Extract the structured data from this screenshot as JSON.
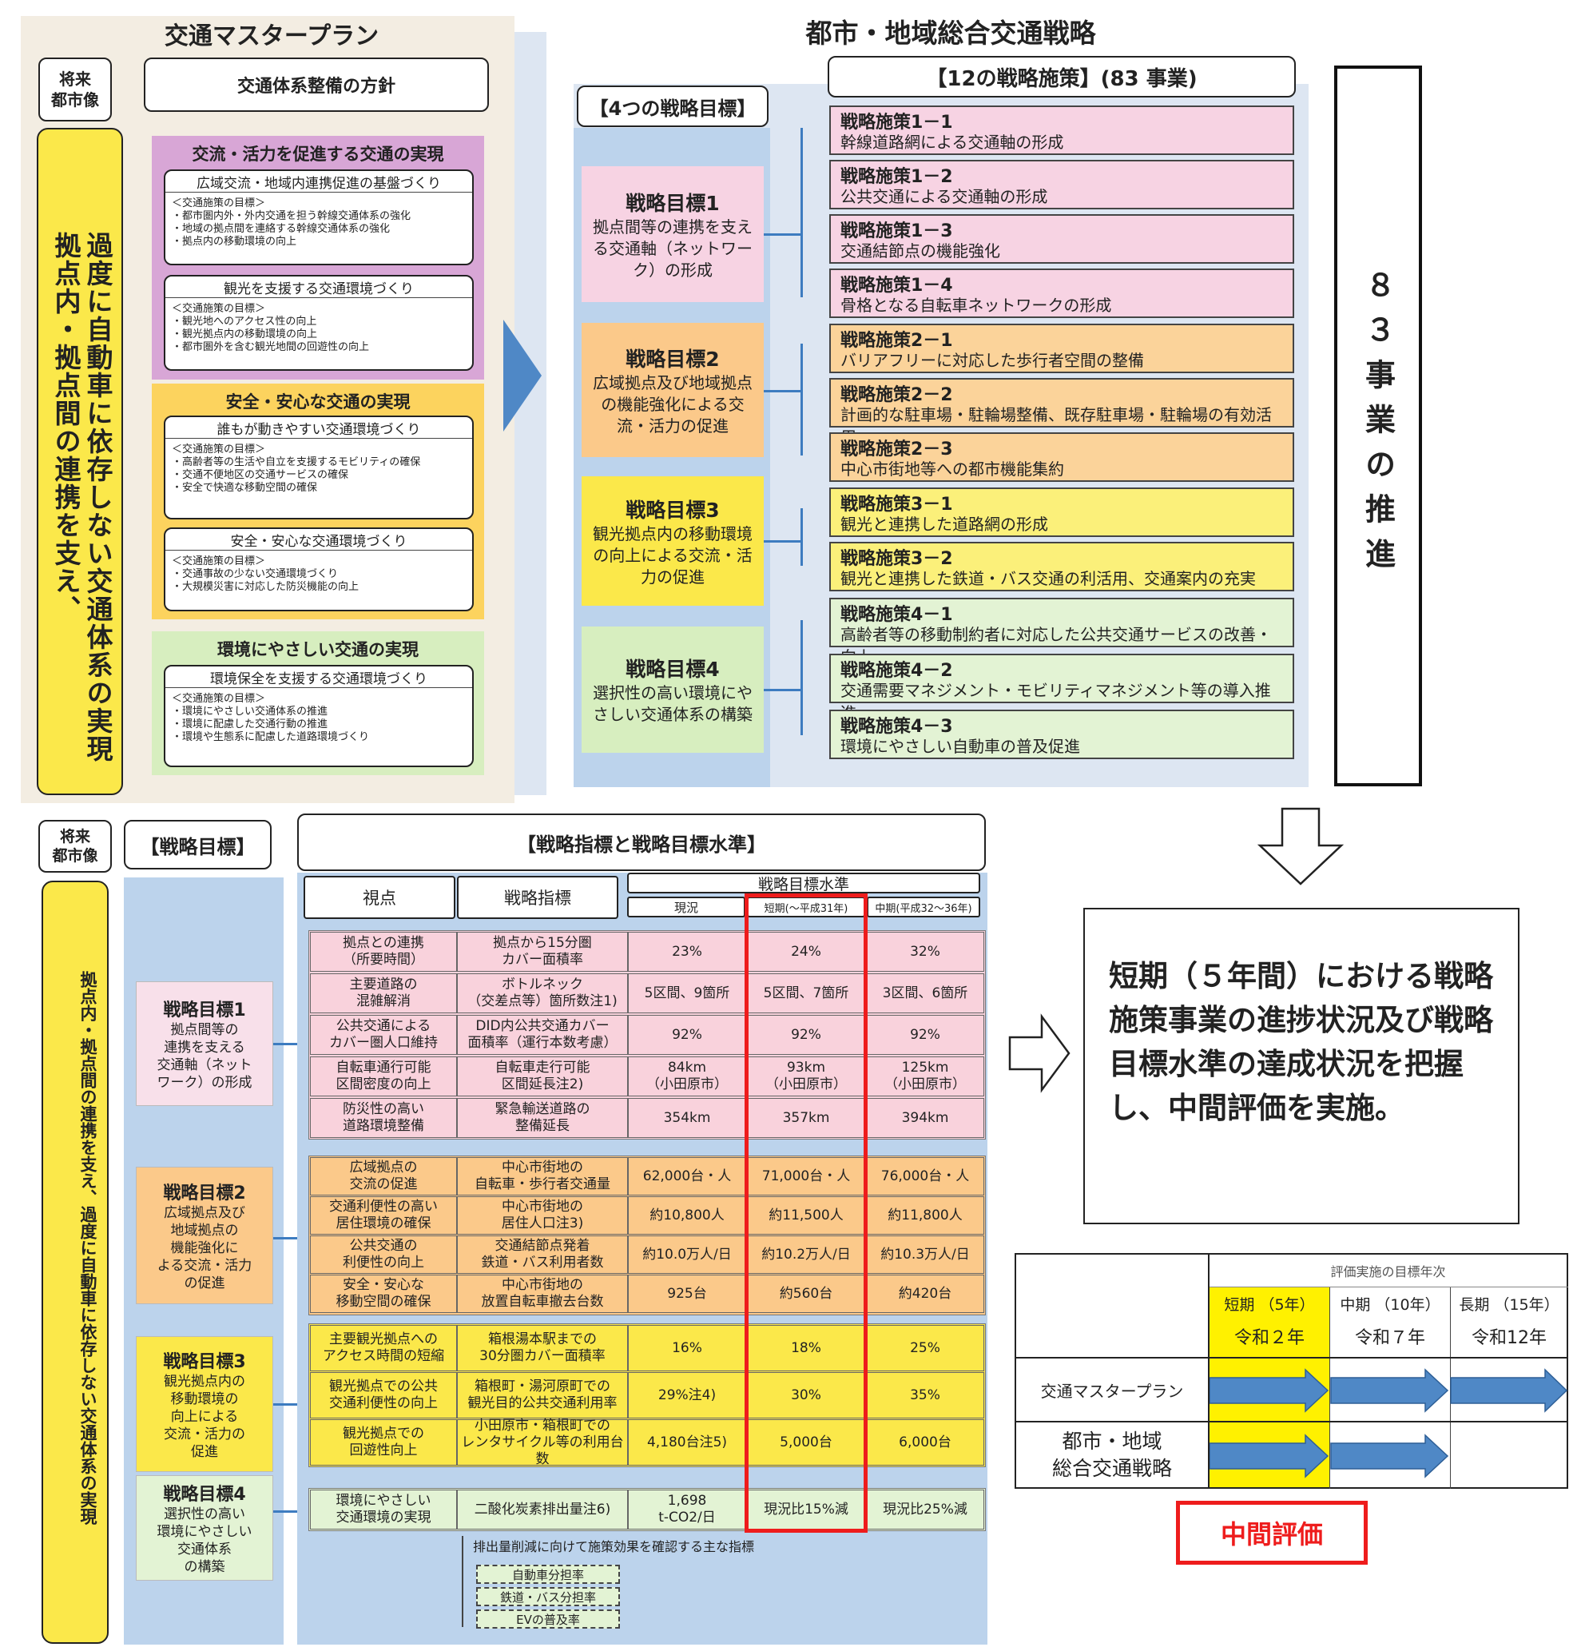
{
  "left_panel": {
    "title": "交通マスタープラン",
    "future_label": "将来\n都市像",
    "policy_label": "交通体系整備の方針",
    "vision": "過度に自動車に依存しない交通体系の実現\n拠点内・拠点間の連携を支え、",
    "groups": [
      {
        "title": "交流・活力を促進する交通の実現",
        "subs": [
          {
            "title": "広域交流・地域内連携促進の基盤づくり",
            "detail": "＜交通施策の目標＞\n・都市圏内外・外内交通を担う幹線交通体系の強化\n・地域の拠点間を連絡する幹線交通体系の強化\n・拠点内の移動環境の向上"
          },
          {
            "title": "観光を支援する交通環境づくり",
            "detail": "＜交通施策の目標＞\n・観光地へのアクセス性の向上\n・観光拠点内の移動環境の向上\n・都市圏外を含む観光地間の回遊性の向上"
          }
        ]
      },
      {
        "title": "安全・安心な交通の実現",
        "subs": [
          {
            "title": "誰もが動きやすい交通環境づくり",
            "detail": "＜交通施策の目標＞\n・高齢者等の生活や自立を支援するモビリティの確保\n・交通不便地区の交通サービスの確保\n・安全で快適な移動空間の確保"
          },
          {
            "title": "安全・安心な交通環境づくり",
            "detail": "＜交通施策の目標＞\n・交通事故の少ない交通環境づくり\n・大規模災害に対応した防災機能の向上"
          }
        ]
      },
      {
        "title": "環境にやさしい交通の実現",
        "subs": [
          {
            "title": "環境保全を支援する交通環境づくり",
            "detail": "＜交通施策の目標＞\n・環境にやさしい交通体系の推進\n・環境に配慮した交通行動の推進\n・環境や生態系に配慮した道路環境づくり"
          }
        ]
      }
    ]
  },
  "right_panel": {
    "title": "都市・地域総合交通戦略",
    "goals_header": "【4つの戦略目標】",
    "measures_header": "【12の戦略施策】(83 事業)",
    "goals": [
      {
        "title": "戦略目標1",
        "text": "拠点間等の連携を支える交通軸（ネットワーク）の形成"
      },
      {
        "title": "戦略目標2",
        "text": "広域拠点及び地域拠点の機能強化による交流・活力の促進"
      },
      {
        "title": "戦略目標3",
        "text": "観光拠点内の移動環境の向上による交流・活力の促進"
      },
      {
        "title": "戦略目標4",
        "text": "選択性の高い環境にやさしい交通体系の構築"
      }
    ],
    "measures": [
      {
        "title": "戦略施策1－1",
        "text": "幹線道路網による交通軸の形成"
      },
      {
        "title": "戦略施策1－2",
        "text": "公共交通による交通軸の形成"
      },
      {
        "title": "戦略施策1－3",
        "text": "交通結節点の機能強化"
      },
      {
        "title": "戦略施策1－4",
        "text": "骨格となる自転車ネットワークの形成"
      },
      {
        "title": "戦略施策2－1",
        "text": "バリアフリーに対応した歩行者空間の整備"
      },
      {
        "title": "戦略施策2－2",
        "text": "計画的な駐車場・駐輪場整備、既存駐車場・駐輪場の有効活用"
      },
      {
        "title": "戦略施策2－3",
        "text": "中心市街地等への都市機能集約"
      },
      {
        "title": "戦略施策3－1",
        "text": "観光と連携した道路網の形成"
      },
      {
        "title": "戦略施策3－2",
        "text": "観光と連携した鉄道・バス交通の利活用、交通案内の充実"
      },
      {
        "title": "戦略施策4－1",
        "text": "高齢者等の移動制約者に対応した公共交通サービスの改善・向上"
      },
      {
        "title": "戦略施策4－2",
        "text": "交通需要マネジメント・モビリティマネジメント等の導入推進"
      },
      {
        "title": "戦略施策4－3",
        "text": "環境にやさしい自動車の普及促進"
      }
    ],
    "projects_box": "８３事業の推進"
  },
  "bottom_panel": {
    "future_label": "将来\n都市像",
    "goals_header": "【戦略目標】",
    "table_header": "【戦略指標と戦略目標水準】",
    "vision": "拠点内・拠点間の連携を支え、過度に自動車に依存しない交通体系の実現",
    "goals": [
      {
        "title": "戦略目標1",
        "text": "拠点間等の\n連携を支える\n交通軸（ネット\nワーク）の形成"
      },
      {
        "title": "戦略目標2",
        "text": "広域拠点及び\n地域拠点の\n機能強化に\nよる交流・活力\nの促進"
      },
      {
        "title": "戦略目標3",
        "text": "観光拠点内の\n移動環境の\n向上による\n交流・活力の\n促進"
      },
      {
        "title": "戦略目標4",
        "text": "選択性の高い\n環境にやさしい\n交通体系\nの構築"
      }
    ],
    "columns": {
      "viewpoint": "視点",
      "indicator": "戦略指標",
      "level": "戦略目標水準",
      "current": "現況",
      "short": "短期(～平成31年)",
      "mid": "中期(平成32～36年)"
    },
    "rows": [
      {
        "v": "拠点との連携\n（所要時間）",
        "i": "拠点から15分圏\nカバー面積率",
        "c": "23%",
        "s": "24%",
        "m": "32%"
      },
      {
        "v": "主要道路の\n混雑解消",
        "i": "ボトルネック\n（交差点等）箇所数注1)",
        "c": "5区間、9箇所",
        "s": "5区間、7箇所",
        "m": "3区間、6箇所"
      },
      {
        "v": "公共交通による\nカバー圏人口維持",
        "i": "DID内公共交通カバー\n面積率（運行本数考慮）",
        "c": "92%",
        "s": "92%",
        "m": "92%"
      },
      {
        "v": "自転車通行可能\n区間密度の向上",
        "i": "自転車走行可能\n区間延長注2)",
        "c": "84km\n（小田原市）",
        "s": "93km\n（小田原市）",
        "m": "125km\n（小田原市）"
      },
      {
        "v": "防災性の高い\n道路環境整備",
        "i": "緊急輸送道路の\n整備延長",
        "c": "354km",
        "s": "357km",
        "m": "394km"
      },
      {
        "v": "広域拠点の\n交流の促進",
        "i": "中心市街地の\n自転車・歩行者交通量",
        "c": "62,000台・人",
        "s": "71,000台・人",
        "m": "76,000台・人"
      },
      {
        "v": "交通利便性の高い\n居住環境の確保",
        "i": "中心市街地の\n居住人口注3)",
        "c": "約10,800人",
        "s": "約11,500人",
        "m": "約11,800人"
      },
      {
        "v": "公共交通の\n利便性の向上",
        "i": "交通結節点発着\n鉄道・バス利用者数",
        "c": "約10.0万人/日",
        "s": "約10.2万人/日",
        "m": "約10.3万人/日"
      },
      {
        "v": "安全・安心な\n移動空間の確保",
        "i": "中心市街地の\n放置自転車撤去台数",
        "c": "925台",
        "s": "約560台",
        "m": "約420台"
      },
      {
        "v": "主要観光拠点への\nアクセス時間の短縮",
        "i": "箱根湯本駅までの\n30分圏カバー面積率",
        "c": "16%",
        "s": "18%",
        "m": "25%"
      },
      {
        "v": "観光拠点での公共\n交通利便性の向上",
        "i": "箱根町・湯河原町での\n観光目的公共交通利用率",
        "c": "29%注4)",
        "s": "30%",
        "m": "35%"
      },
      {
        "v": "観光拠点での\n回遊性向上",
        "i": "小田原市・箱根町での\nレンタサイクル等の利用台数",
        "c": "4,180台注5)",
        "s": "5,000台",
        "m": "6,000台"
      },
      {
        "v": "環境にやさしい\n交通環境の実現",
        "i": "二酸化炭素排出量注6)",
        "c": "1,698\nt-CO2/日",
        "s": "現況比15%減",
        "m": "現況比25%減"
      }
    ],
    "emission_note": "排出量削減に向けて施策効果を確認する主な指標",
    "sub_indicators": [
      "自動車分担率",
      "鉄道・バス分担率",
      "EVの普及率"
    ]
  },
  "evaluation": {
    "summary": "短期（５年間）における戦略施策事業の進捗状況及び戦略目標水準の達成状況を把握し、中間評価を実施。",
    "table_title": "評価実施の目標年次",
    "periods": [
      {
        "label": "短期 （5年）",
        "year": "令和２年"
      },
      {
        "label": "中期 （10年）",
        "year": "令和７年"
      },
      {
        "label": "長期 （15年）",
        "year": "令和12年"
      }
    ],
    "plans": [
      "交通マスタープラン",
      "都市・地域\n総合交通戦略"
    ],
    "midterm_label": "中間評価"
  },
  "colors": {
    "accent_red": "#ee1c1c",
    "connector_blue": "#3d7cc0",
    "arrow_blue": "#4f88c6"
  }
}
